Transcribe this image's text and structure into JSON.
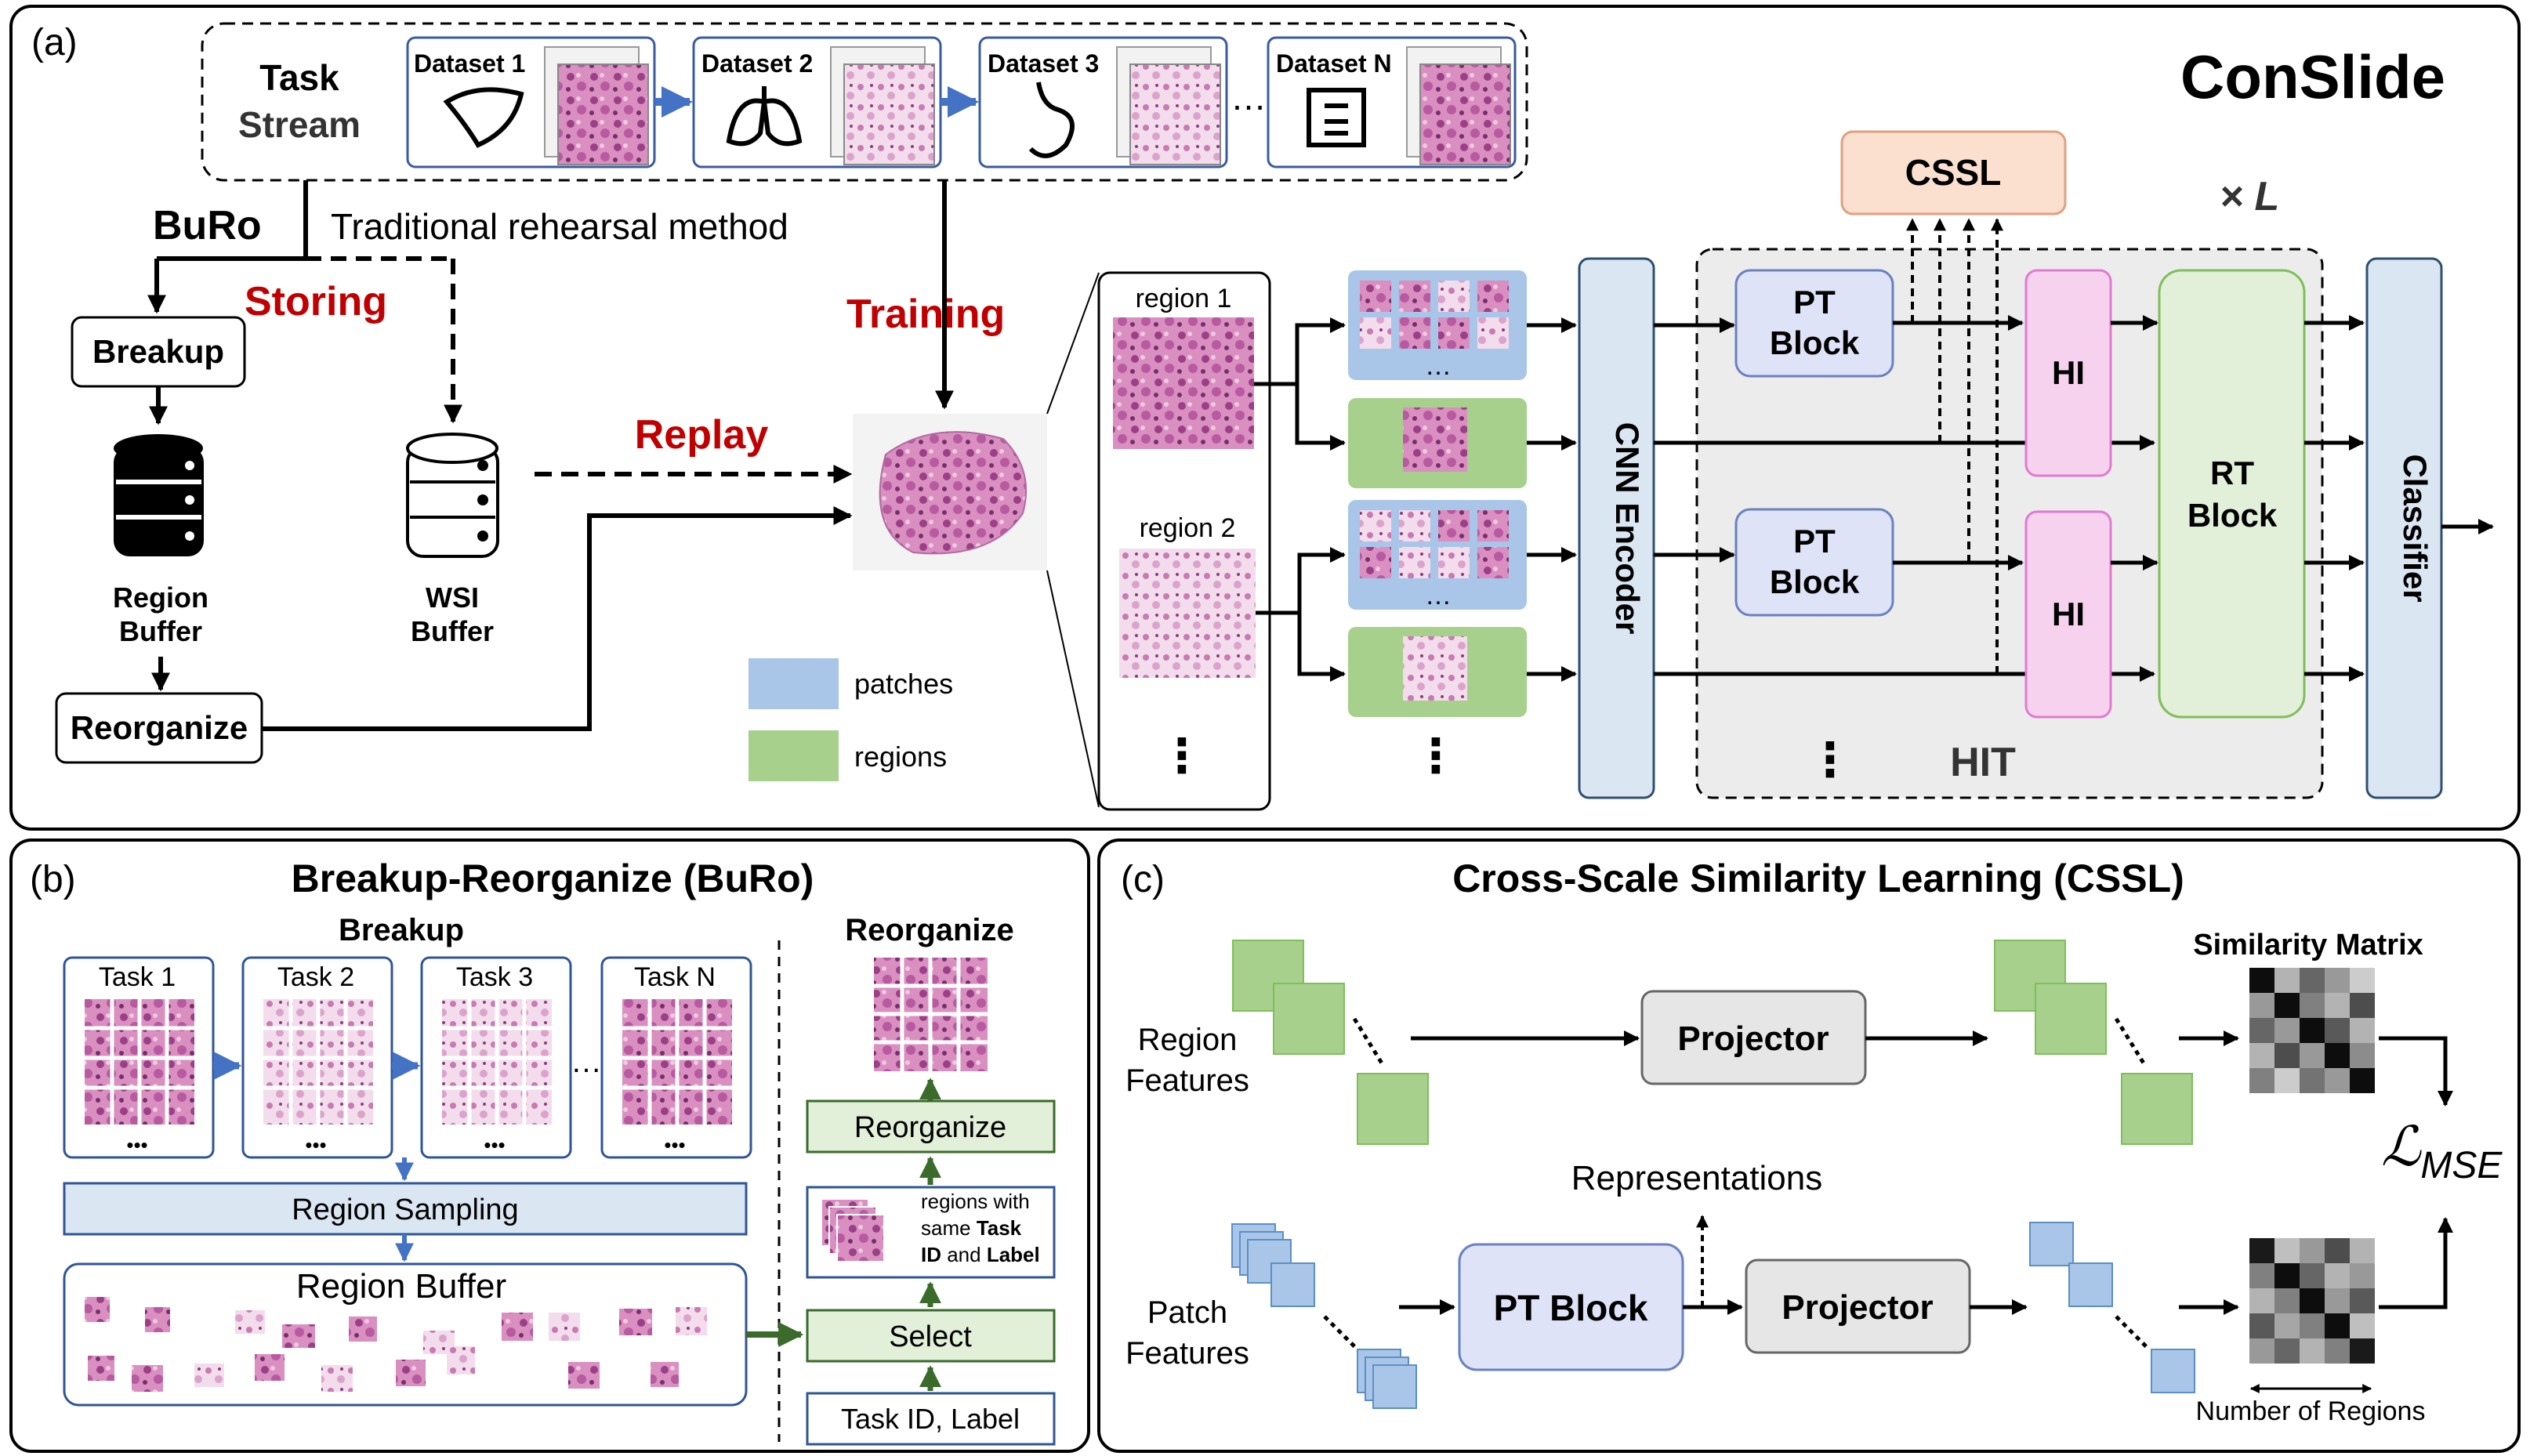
{
  "panel_a": {
    "label": "(a)",
    "title": "ConSlide",
    "task_stream": {
      "line1": "Task",
      "line2": "Stream"
    },
    "datasets": [
      "Dataset 1",
      "Dataset 2",
      "Dataset 3",
      "Dataset N"
    ],
    "ellipsis": "…",
    "buro": "BuRo",
    "traditional": "Traditional rehearsal method",
    "storing": "Storing",
    "training": "Training",
    "replay": "Replay",
    "breakup": "Breakup",
    "region_buffer": {
      "line1": "Region",
      "line2": "Buffer"
    },
    "wsi_buffer": {
      "line1": "WSI",
      "line2": "Buffer"
    },
    "reorganize": "Reorganize",
    "region1": "region 1",
    "region2": "region 2",
    "vdots": "⋮",
    "legend_patches": "patches",
    "legend_regions": "regions",
    "cnn_encoder": "CNN Encoder",
    "pt_block": {
      "line1": "PT",
      "line2": "Block"
    },
    "hi": "HI",
    "rt_block": {
      "line1": "RT",
      "line2": "Block"
    },
    "cssl": "CSSL",
    "times_l": "× L",
    "hit": "HIT",
    "classifier": "Classifier"
  },
  "panel_b": {
    "label": "(b)",
    "title": "Breakup-Reorganize (BuRo)",
    "breakup": "Breakup",
    "reorganize_header": "Reorganize",
    "tasks": [
      "Task 1",
      "Task 2",
      "Task 3",
      "Task N"
    ],
    "dots": "•••",
    "region_sampling": "Region Sampling",
    "region_buffer": "Region Buffer",
    "reorganize_box": "Reorganize",
    "regions_note": {
      "line1": "regions with",
      "line2_pre": "same ",
      "line2_bold": "Task",
      "line3_bold": "ID",
      "line3_mid": " and ",
      "line3_bold2": "Label"
    },
    "select": "Select",
    "task_id_label": "Task ID, Label"
  },
  "panel_c": {
    "label": "(c)",
    "title": "Cross-Scale Similarity Learning (CSSL)",
    "region_features": {
      "line1": "Region",
      "line2": "Features"
    },
    "patch_features": {
      "line1": "Patch",
      "line2": "Features"
    },
    "projector": "Projector",
    "pt_block": "PT Block",
    "representations": "Representations",
    "similarity_matrix": "Similarity Matrix",
    "loss_script": "ℒ",
    "loss_sub": "MSE",
    "number_of_regions": "Number of Regions"
  },
  "colors": {
    "blue_fill": "#dbe6f3",
    "blue_patch": "#a9c6e8",
    "green_fill": "#a8d08d",
    "green_light": "#e2efd9",
    "pink_fill": "#f7d2ef",
    "pink_stroke": "#e07ad0",
    "orange_fill": "#fbe0d0",
    "red_text": "#c00000",
    "lavender_fill": "#dfe3f7",
    "gray_fill": "#e6e6e6",
    "hit_bg": "#ececec",
    "tissue": "#c96fa8"
  },
  "similarity_matrix_top": [
    [
      0.05,
      0.7,
      0.4,
      0.6,
      0.8
    ],
    [
      0.6,
      0.05,
      0.5,
      0.7,
      0.3
    ],
    [
      0.4,
      0.6,
      0.05,
      0.35,
      0.7
    ],
    [
      0.7,
      0.3,
      0.6,
      0.05,
      0.55
    ],
    [
      0.5,
      0.8,
      0.45,
      0.6,
      0.05
    ]
  ],
  "similarity_matrix_bottom": [
    [
      0.1,
      0.75,
      0.6,
      0.3,
      0.7
    ],
    [
      0.5,
      0.05,
      0.4,
      0.7,
      0.6
    ],
    [
      0.7,
      0.5,
      0.05,
      0.6,
      0.35
    ],
    [
      0.35,
      0.65,
      0.5,
      0.05,
      0.75
    ],
    [
      0.6,
      0.4,
      0.7,
      0.5,
      0.1
    ]
  ]
}
